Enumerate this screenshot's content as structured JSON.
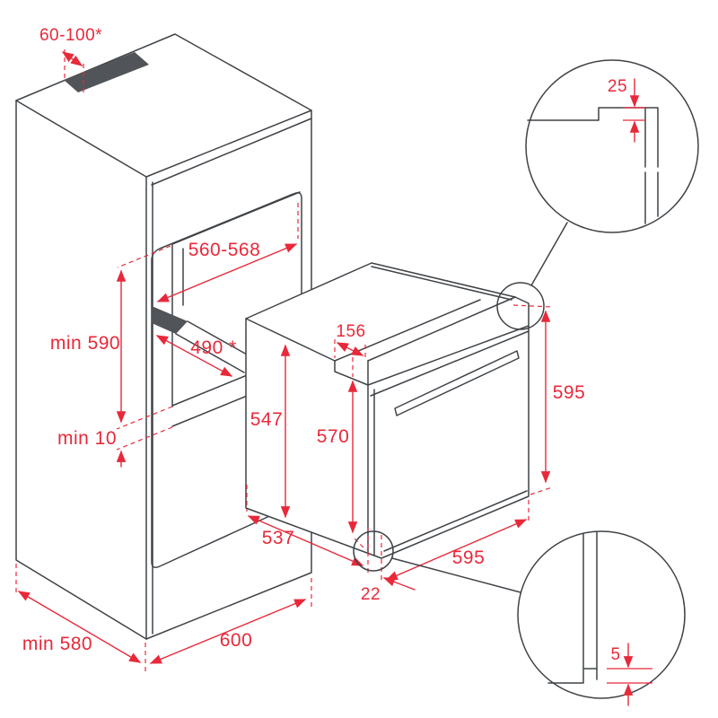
{
  "diagram": {
    "kind": "built-in oven installation drawing",
    "colors": {
      "outline": "#3f4347",
      "dimension_red": "#e8293a",
      "dark_fill": "#515458",
      "background": "#ffffff"
    },
    "dimensions": {
      "vent_clearance": "60-100*",
      "niche_width": "560-568",
      "niche_height": "min 590",
      "niche_shelf_depth": "490 *",
      "bottom_clearance": "min 10",
      "cabinet_depth": "min 580",
      "cabinet_width": "600",
      "oven_depth": "537",
      "oven_body_height": "547",
      "oven_door_height": "570",
      "top_setback": "156",
      "bottom_lip": "22",
      "oven_width": "595",
      "oven_height": "595",
      "detail_top_offset": "25",
      "detail_bottom_gap": "5"
    }
  }
}
